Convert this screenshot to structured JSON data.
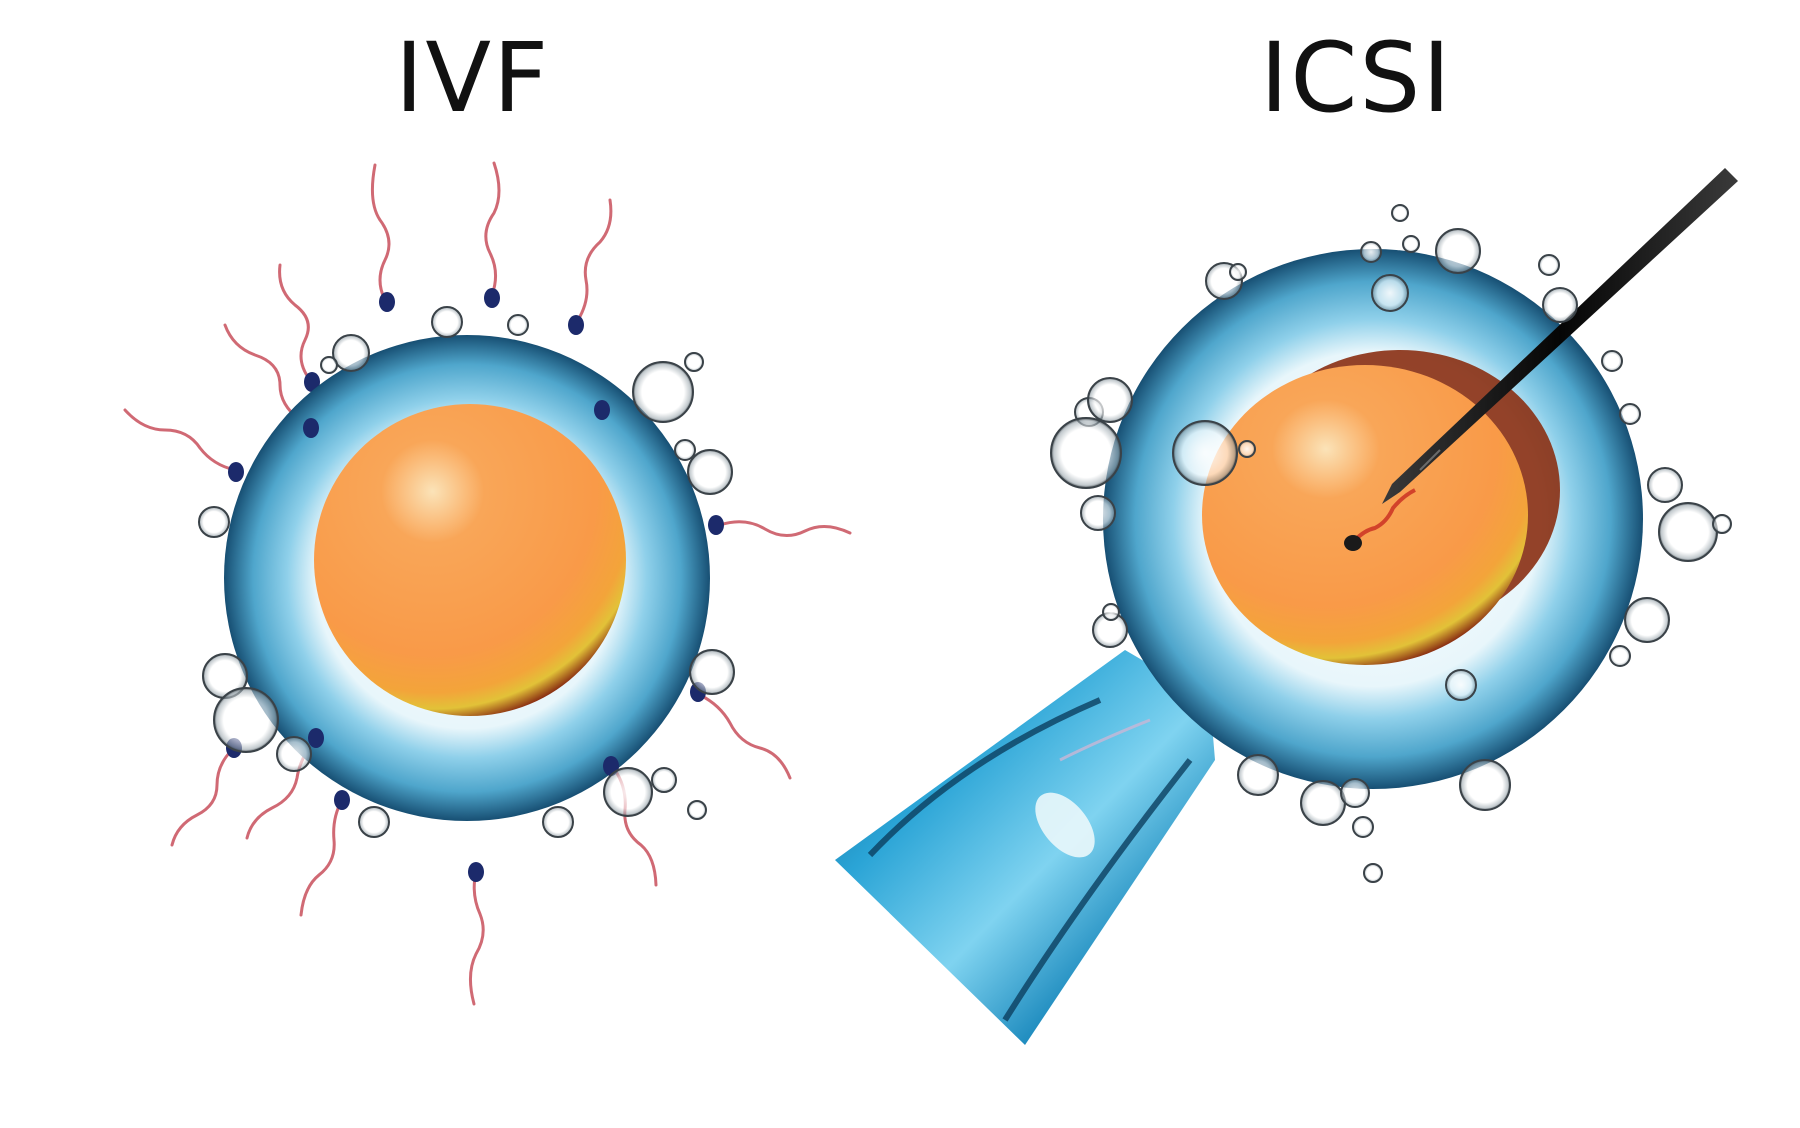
{
  "diagram": {
    "panels": [
      {
        "title": "IVF",
        "description": "Egg surrounded by many sperm cells and bubbles (conventional in vitro fertilization)"
      },
      {
        "title": "ICSI",
        "description": "Egg held by a holding pipette while a needle injects a single sperm into the cytoplasm (intracytoplasmic sperm injection)"
      }
    ],
    "colors": {
      "zona_outer": "#1f5f86",
      "zona_mid": "#5fb3d6",
      "zona_inner": "#e8f6fb",
      "cytoplasm": "#f99a48",
      "cytoplasm_rim": "#e6c23a",
      "cytoplasm_edge": "#8a2f12",
      "sperm_tail": "#c8505c",
      "sperm_head": "#1c2a6b",
      "pipette": "#1f8cbf",
      "needle": "#111111"
    }
  }
}
